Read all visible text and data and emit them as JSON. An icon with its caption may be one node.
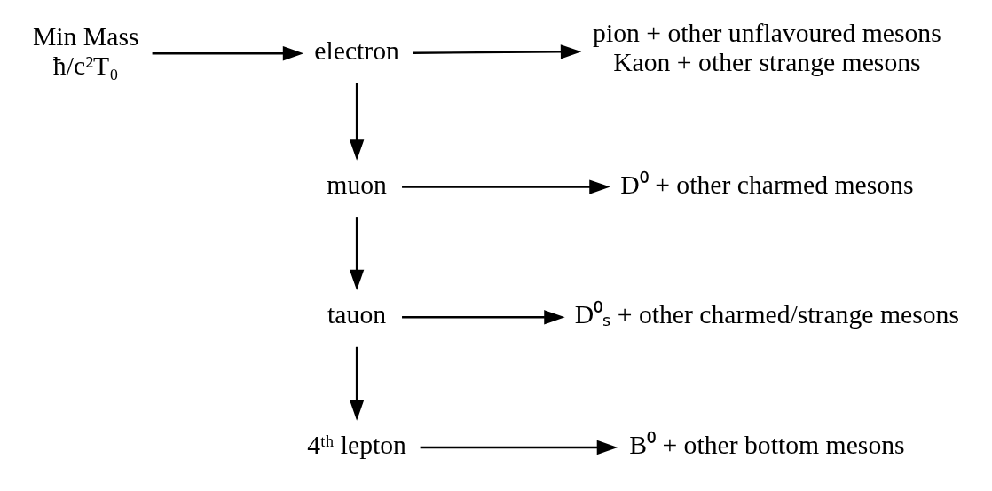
{
  "diagram": {
    "nodes": [
      {
        "text": [
          "Min Mass",
          "ħ/c²T₀"
        ]
      },
      {
        "text": [
          "electron"
        ]
      },
      {
        "text": [
          "pion + other unflavoured mesons",
          "Kaon + other strange mesons"
        ]
      },
      {
        "text": [
          "muon"
        ]
      },
      {
        "text": [
          "D⁰ + other charmed mesons"
        ]
      },
      {
        "text": [
          "tauon"
        ]
      },
      {
        "text": [
          "D⁰ₛ + other charmed/strange mesons"
        ]
      },
      {
        "text": [
          "4ᵗʰ lepton"
        ]
      },
      {
        "text": [
          "B⁰ + other bottom mesons"
        ]
      }
    ],
    "edges": [
      {
        "from": 0,
        "to": 1,
        "arrow": "to"
      },
      {
        "from": 1,
        "to": 2,
        "arrow": "to"
      },
      {
        "from": 1,
        "to": 3,
        "arrow": "to"
      },
      {
        "from": 3,
        "to": 4,
        "arrow": "to"
      },
      {
        "from": 3,
        "to": 5,
        "arrow": "to"
      },
      {
        "from": 5,
        "to": 6,
        "arrow": "to"
      },
      {
        "from": 5,
        "to": 7,
        "arrow": "to"
      },
      {
        "from": 7,
        "to": 8,
        "arrow": "to"
      }
    ]
  }
}
